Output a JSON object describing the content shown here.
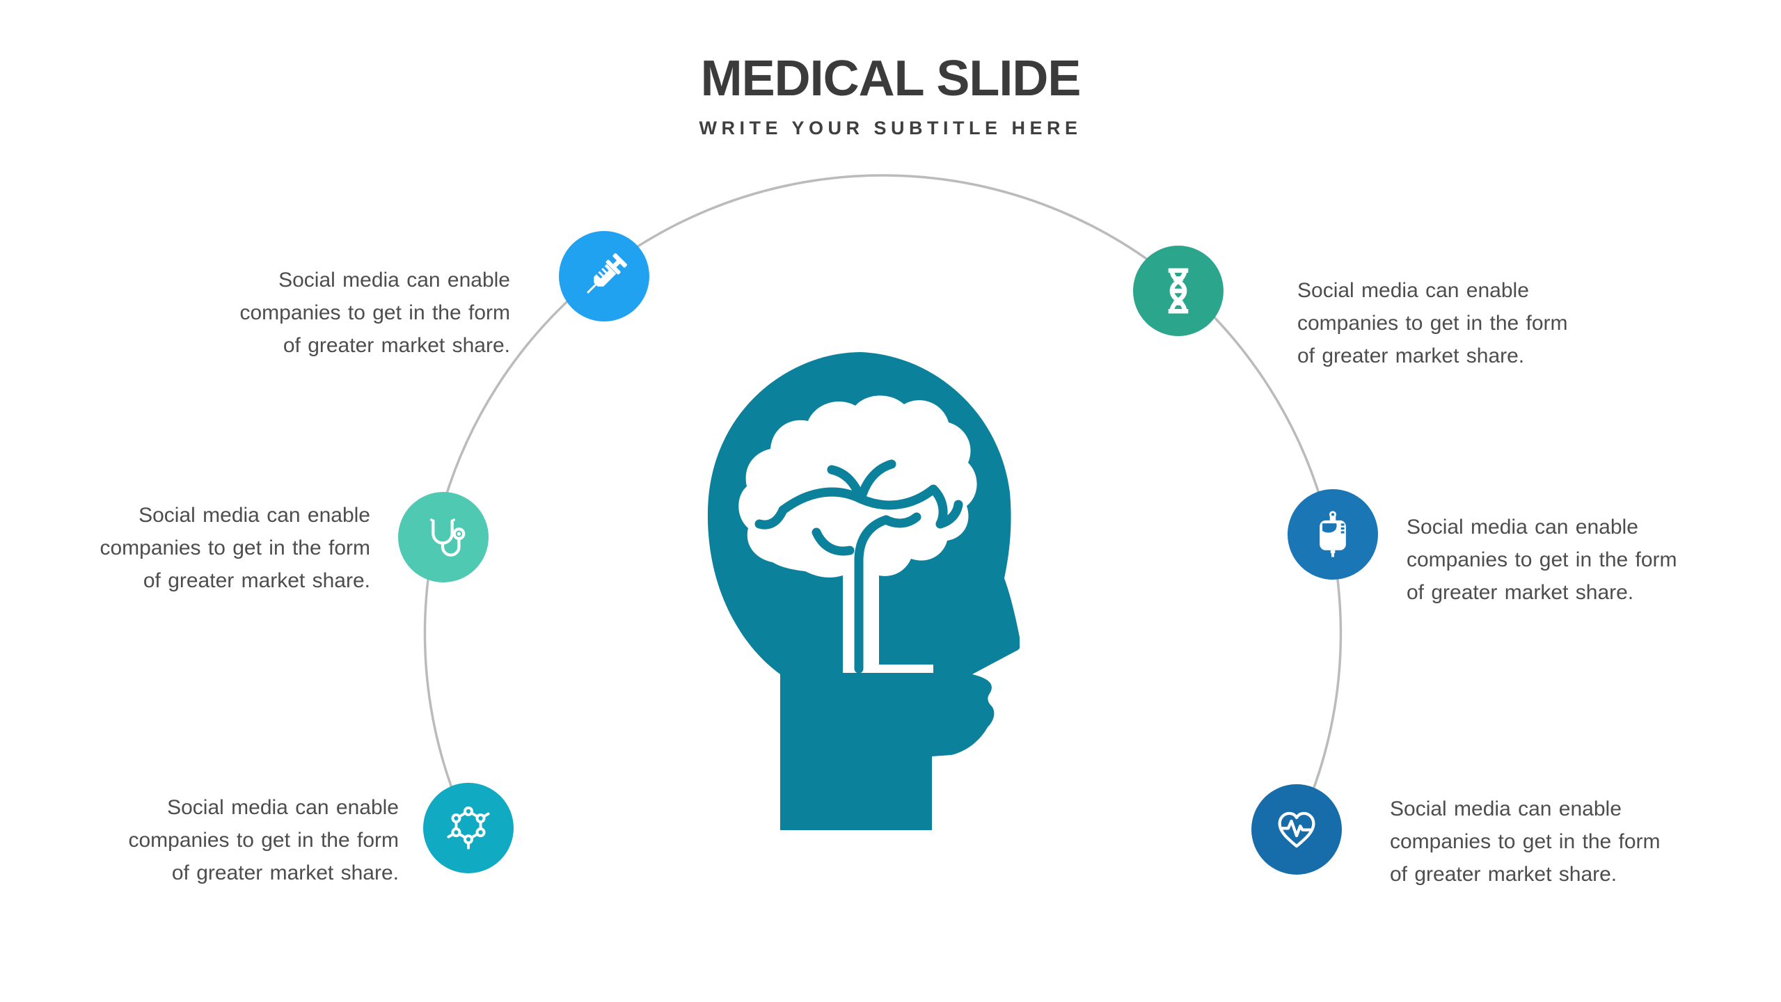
{
  "slide": {
    "title": "MEDICAL SLIDE",
    "subtitle": "WRITE YOUR SUBTITLE HERE"
  },
  "arc_color": "#bbbbbb",
  "text_color": "#4d4d4d",
  "title_color": "#3b3b3b",
  "center": {
    "icon": "head-brain-icon",
    "color": "#0c819c"
  },
  "items": [
    {
      "position": "top-left",
      "icon": "syringe-icon",
      "color": "#21a2f1",
      "lines": [
        "Social media can enable",
        "companies to get in the form",
        "of greater market share."
      ]
    },
    {
      "position": "middle-left",
      "icon": "stethoscope-icon",
      "color": "#50c9b3",
      "lines": [
        "Social media can enable",
        "companies to get in the form",
        "of greater market share."
      ]
    },
    {
      "position": "bottom-left",
      "icon": "molecule-icon",
      "color": "#10aac3",
      "lines": [
        "Social media can enable",
        "companies to get in the form",
        "of greater market share."
      ]
    },
    {
      "position": "top-right",
      "icon": "dna-icon",
      "color": "#2ba68c",
      "lines": [
        "Social media can enable",
        "companies to get in the form",
        "of greater market share."
      ]
    },
    {
      "position": "middle-right",
      "icon": "iv-bag-icon",
      "color": "#1b76b6",
      "lines": [
        "Social media can enable",
        "companies to get in the form",
        "of greater market share."
      ]
    },
    {
      "position": "bottom-right",
      "icon": "heart-pulse-icon",
      "color": "#176da9",
      "lines": [
        "Social media can enable",
        "companies to get in the form",
        "of greater market share."
      ]
    }
  ]
}
